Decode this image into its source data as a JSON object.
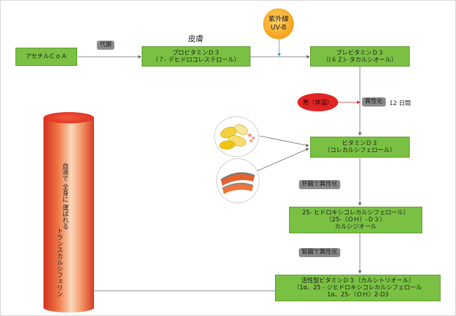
{
  "nodes": {
    "acetyl_coa": "アセチルＣｏＡ",
    "provitamin": [
      "プロビタミンＤ３",
      "（７- デヒドロコレステロール）"
    ],
    "previtamin": [
      "プレビタミンＤ３",
      "（(６Ｚ)- タカルシオール）"
    ],
    "vitamin_d3": [
      "ビタミンＤ３",
      "（コレカルシフェロール）"
    ],
    "calcidiol": [
      "25- ヒドロキシコレカルシフェロール）",
      "（25-（ＯＨ）-Ｄ３）",
      "カルシジオール"
    ],
    "calcitriol": [
      "活性型ビタミンＤ３（カルシトリオール）",
      "（1α、25 - ジヒドロキシコレカルシフェロール",
      "1α、25-（ＯＨ）2-D3"
    ]
  },
  "labels": {
    "metabolism": "代謝",
    "skin": "皮膚",
    "uv": [
      "紫外線",
      "UV-B"
    ],
    "heat": "熱（体温）",
    "isomerization": "異性化",
    "days": "12 日間",
    "liver": "肝臓で異性化",
    "kidney": "腎臓で異性化",
    "blood": [
      "血液で",
      "全身に",
      "運ばれる"
    ],
    "transcalciferin": "トランスカルシフェリン"
  },
  "colors": {
    "box_green": "#7ac143",
    "tag_gray": "#8c8c8c",
    "uv_orange": "#f7a823",
    "heat_red": "#e02525",
    "tube_red": "#d22f1f"
  }
}
